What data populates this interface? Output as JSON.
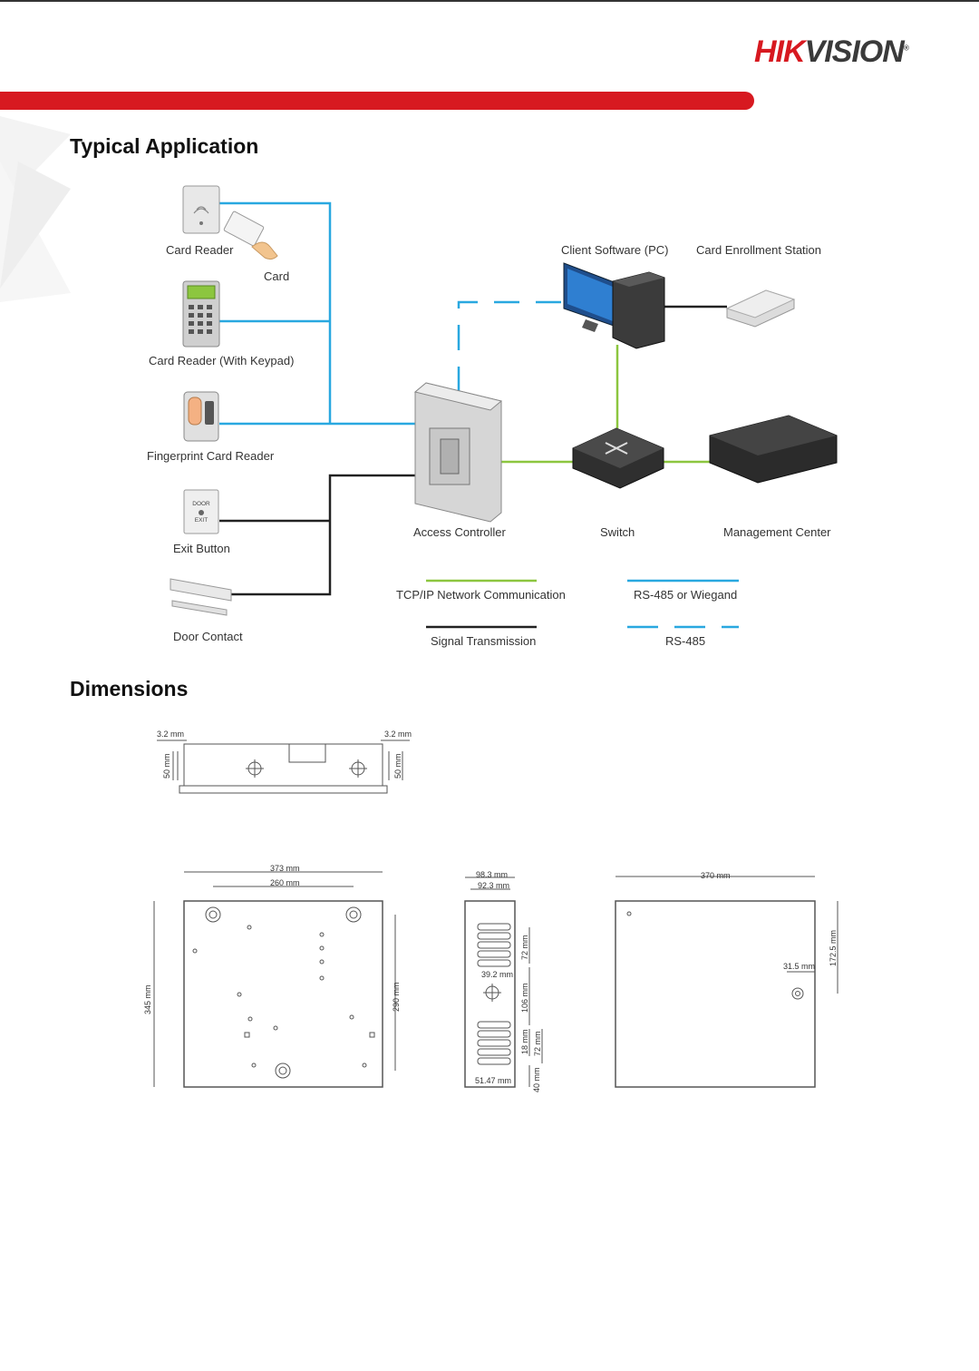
{
  "brand": {
    "part1": "HIK",
    "part2": "VISION",
    "mark": "®"
  },
  "colors": {
    "accent": "#d71920",
    "tcp": "#8cc63f",
    "rs485": "#29a8e0",
    "signal": "#222222"
  },
  "sections": {
    "application_title": "Typical Application",
    "dimensions_title": "Dimensions"
  },
  "devices": {
    "card_reader": "Card Reader",
    "card": "Card",
    "card_reader_keypad": "Card Reader (With Keypad)",
    "fingerprint": "Fingerprint Card Reader",
    "exit_button": "Exit Button",
    "door_contact": "Door Contact",
    "access_controller": "Access Controller",
    "client_software": "Client Software (PC)",
    "enrollment": "Card Enrollment Station",
    "switch": "Switch",
    "management": "Management Center"
  },
  "legend": {
    "tcp": "TCP/IP Network Communication",
    "signal": "Signal Transmission",
    "rs485_wiegand": "RS-485 or Wiegand",
    "rs485": "RS-485"
  },
  "device_text": {
    "exit_line1": "DOOR",
    "exit_line2": "EXIT"
  },
  "dims": {
    "top_left_flange": "3.2 mm",
    "top_right_flange": "3.2 mm",
    "top_left_height": "50 mm",
    "top_right_height": "50 mm",
    "front_width": "373 mm",
    "front_inner_width": "260 mm",
    "front_height": "345 mm",
    "front_inner_height": "290 mm",
    "side_width": "98.3 mm",
    "side_inner_width": "92.3 mm",
    "side_offset": "39.2 mm",
    "side_bottom": "51.47 mm",
    "side_v1": "72 mm",
    "side_v2": "106 mm",
    "side_v3": "18 mm",
    "side_v4": "72 mm",
    "side_v5": "40 mm",
    "back_width": "370 mm",
    "back_offset": "31.5 mm",
    "back_height": "172.5 mm"
  }
}
